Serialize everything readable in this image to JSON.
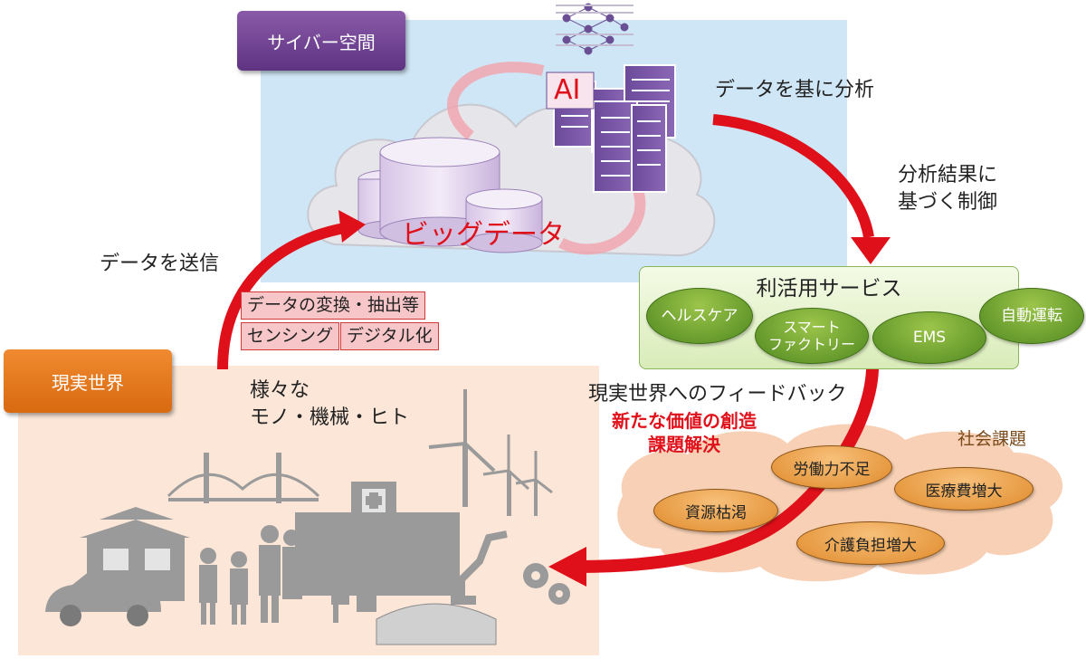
{
  "cyber_space": {
    "label": "サイバー空間",
    "ai_label": "AI",
    "bigdata_label": "ビッグデータ"
  },
  "real_world": {
    "label": "現実世界",
    "things": [
      "様々な",
      "モノ・機械・ヒト"
    ]
  },
  "flows": {
    "send_data": "データを送信",
    "analyze": "データを基に分析",
    "control": [
      "分析結果に",
      "基づく制御"
    ],
    "feedback": "現実世界へのフィードバック",
    "value": [
      "新たな価値の創造",
      "課題解決"
    ]
  },
  "processing": {
    "transform": "データの変換・抽出等",
    "sensing": "センシング",
    "digitize": "デジタル化"
  },
  "services": {
    "title": "利活用サービス",
    "items": [
      "ヘルスケア",
      "スマート\nファクトリー",
      "EMS",
      "自動運転"
    ]
  },
  "social_issues": {
    "label": "社会課題",
    "items": [
      "労働力不足",
      "資源枯渇",
      "医療費増大",
      "介護負担増大"
    ]
  },
  "colors": {
    "arrow": "#e0101a",
    "cyber_bg": "#cfe6f6",
    "real_bg": "#fbe6d8",
    "service_green": "#5e9a2a",
    "issue_orange": "#e8962e"
  }
}
